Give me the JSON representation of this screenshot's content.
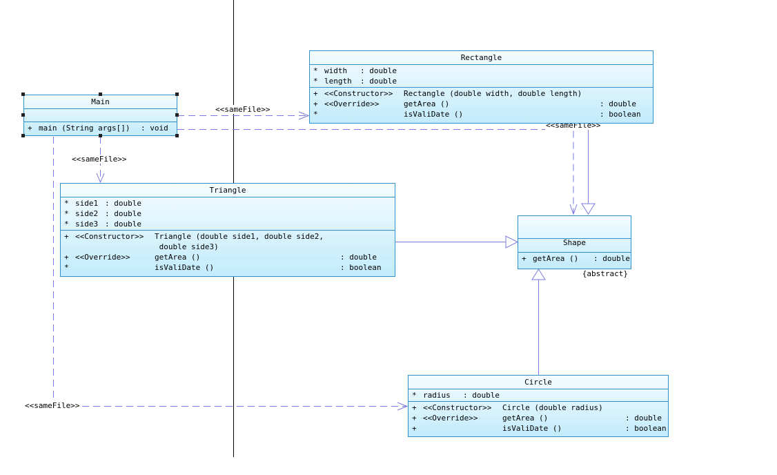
{
  "stereotype_label": "<<sameFile>>",
  "colors": {
    "class_border": "#2e8fc9",
    "class_fill_top": "#f4fcff",
    "class_fill_bottom": "#c3ebfb",
    "connector": "#7a7ae0"
  },
  "main": {
    "name": "Main",
    "op": {
      "vis": "+",
      "text": "main (String args[])",
      "type": ": void"
    }
  },
  "rectangle": {
    "name": "Rectangle",
    "fields": [
      {
        "vis": "*",
        "name": "width",
        "type": ": double"
      },
      {
        "vis": "*",
        "name": "length",
        "type": ": double"
      }
    ],
    "ops": [
      {
        "vis": "+",
        "stereo": "<<Constructor>>",
        "sig": "Rectangle (double width, double length)",
        "type": ""
      },
      {
        "vis": "+",
        "stereo": "<<Override>>",
        "sig": "getArea ()",
        "type": ": double"
      },
      {
        "vis": "*",
        "stereo": "",
        "sig": "isValiDate ()",
        "type": ": boolean"
      }
    ]
  },
  "triangle": {
    "name": "Triangle",
    "fields": [
      {
        "vis": "*",
        "name": "side1",
        "type": ": double"
      },
      {
        "vis": "*",
        "name": "side2",
        "type": ": double"
      },
      {
        "vis": "*",
        "name": "side3",
        "type": ": double"
      }
    ],
    "ops": [
      {
        "vis": "+",
        "stereo": "<<Constructor>>",
        "sig": "Triangle (double side1, double side2,",
        "type": ""
      },
      {
        "vis": "",
        "stereo": "",
        "sig": " double side3)",
        "type": ""
      },
      {
        "vis": "+",
        "stereo": "<<Override>>",
        "sig": "getArea ()",
        "type": ": double"
      },
      {
        "vis": "*",
        "stereo": "",
        "sig": "isValiDate ()",
        "type": ": boolean"
      }
    ]
  },
  "shape": {
    "name": "Shape",
    "modifier": "{abstract}",
    "op": {
      "vis": "+",
      "text": "getArea ()",
      "type": ": double"
    }
  },
  "circle": {
    "name": "Circle",
    "field": {
      "vis": "*",
      "name": "radius",
      "type": ": double"
    },
    "ops": [
      {
        "vis": "+",
        "stereo": "<<Constructor>>",
        "sig": "Circle (double radius)",
        "type": ""
      },
      {
        "vis": "+",
        "stereo": "<<Override>>",
        "sig": "getArea ()",
        "type": ": double"
      },
      {
        "vis": "+",
        "stereo": "",
        "sig": "isValiDate ()",
        "type": ": boolean"
      }
    ]
  }
}
